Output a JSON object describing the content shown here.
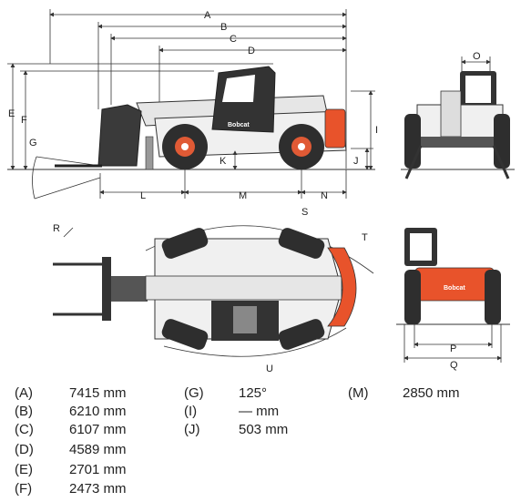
{
  "diagram": {
    "labels": [
      "A",
      "B",
      "C",
      "D",
      "E",
      "F",
      "G",
      "K",
      "L",
      "M",
      "N",
      "I",
      "J",
      "O",
      "R",
      "S",
      "T",
      "P",
      "Q",
      "U"
    ],
    "brand": "Bobcat",
    "colors": {
      "tire": "#2e2e2e",
      "hub": "#e05a35",
      "accent": "#e8532b",
      "body": "#eeeeee",
      "line": "#333333",
      "cab": "#333333"
    }
  },
  "specs": [
    {
      "key": "(A)",
      "value": "7415 mm"
    },
    {
      "key": "(B)",
      "value": "6210 mm"
    },
    {
      "key": "(C)",
      "value": "6107 mm"
    },
    {
      "key": "(D)",
      "value": "4589 mm"
    },
    {
      "key": "(E)",
      "value": "2701 mm"
    },
    {
      "key": "(F)",
      "value": "2473 mm"
    },
    {
      "key": "(G)",
      "value": "125°"
    },
    {
      "key": "(I)",
      "value": "— mm"
    },
    {
      "key": "(J)",
      "value": "503 mm"
    },
    {
      "key": "(M)",
      "value": "2850 mm"
    }
  ]
}
